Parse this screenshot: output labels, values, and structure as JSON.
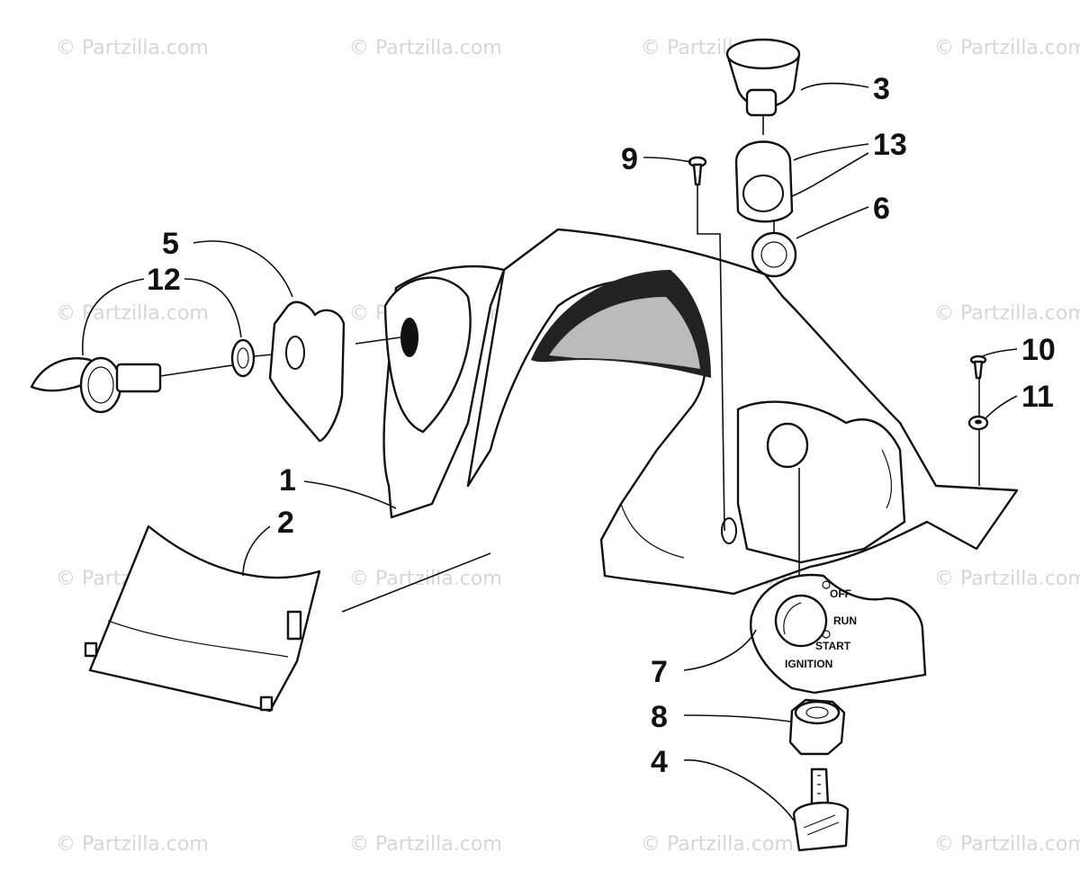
{
  "watermark": "© Partzilla.com",
  "callouts": [
    "1",
    "2",
    "3",
    "4",
    "5",
    "6",
    "7",
    "8",
    "9",
    "10",
    "11",
    "12",
    "13"
  ],
  "ignition_face": {
    "off": "OFF",
    "run": "RUN",
    "start": "START",
    "ignition": "IGNITION"
  },
  "colors": {
    "ink": "#111111",
    "watermark": "#d6d6d6"
  }
}
